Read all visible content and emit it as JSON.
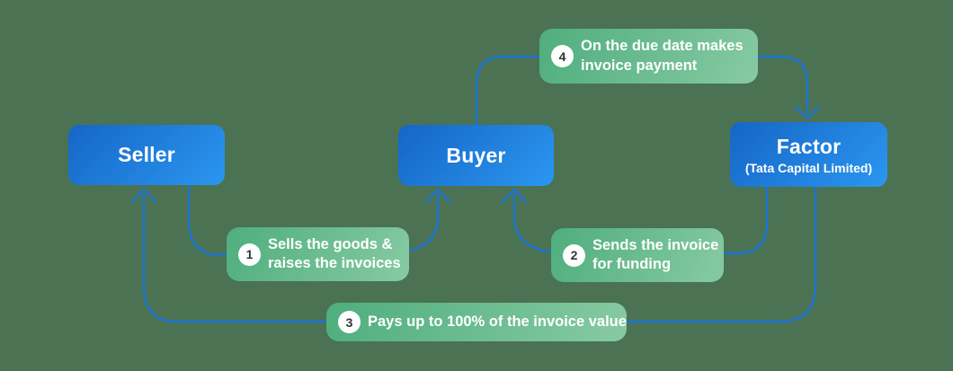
{
  "diagram": {
    "nodes": [
      {
        "id": "seller",
        "label": "Seller"
      },
      {
        "id": "buyer",
        "label": "Buyer"
      },
      {
        "id": "factor",
        "label": "Factor",
        "sublabel": "(Tata Capital Limited)"
      }
    ],
    "steps": [
      {
        "num": "1",
        "line1": "Sells the goods &",
        "line2": "raises the invoices",
        "from": "Seller",
        "to": "Buyer"
      },
      {
        "num": "2",
        "line1": "Sends the invoice",
        "line2": "for funding",
        "from": "Factor",
        "to": "Buyer"
      },
      {
        "num": "3",
        "line1": "Pays up to 100% of the invoice value",
        "line2": "",
        "from": "Factor",
        "to": "Seller"
      },
      {
        "num": "4",
        "line1": "On the due date makes",
        "line2": "invoice payment",
        "from": "Buyer",
        "to": "Factor"
      }
    ]
  },
  "colors": {
    "background": "#4b7253",
    "line": "#1b75d3",
    "node_gradient_start": "#1566c6",
    "node_gradient_end": "#2b97f0",
    "step_gradient_start": "#4fae7d",
    "step_gradient_end": "#87caa3",
    "circle_text": "#333333",
    "text": "#ffffff"
  }
}
